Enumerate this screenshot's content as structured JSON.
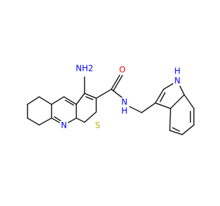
{
  "labels": {
    "nh2": "NH2",
    "o": "O",
    "s": "S",
    "n_ring": "N",
    "nh_amide": "N",
    "h_amide": "H",
    "nh_indole": "N",
    "h_indole": "H"
  },
  "colors": {
    "n": "#0000ff",
    "o": "#ff0000",
    "s": "#b8b800",
    "bond": "#1a1a1a"
  }
}
